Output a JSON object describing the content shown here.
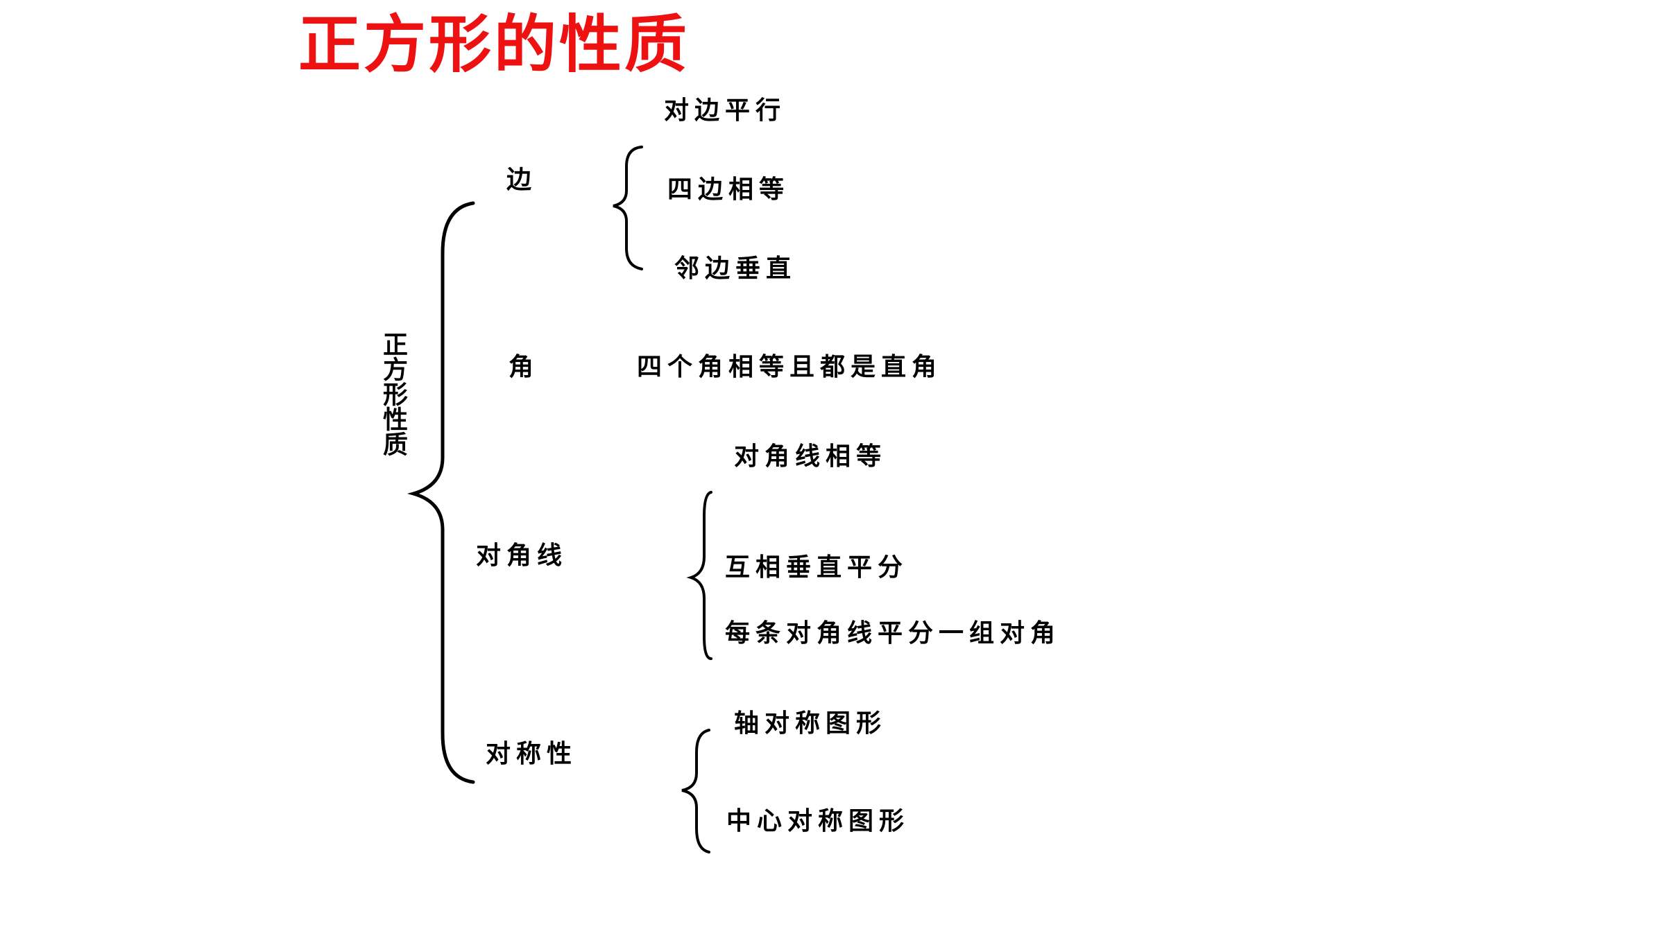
{
  "title": "正方形的性质",
  "root": "正方形性质",
  "branches": [
    {
      "label": "边",
      "items": [
        "对边平行",
        "四边相等",
        "邻边垂直"
      ]
    },
    {
      "label": "角",
      "items": [
        "四个角相等且都是直角"
      ]
    },
    {
      "label": "对角线",
      "items": [
        "对角线相等",
        "互相垂直平分",
        "每条对角线平分一组对角"
      ]
    },
    {
      "label": "对称性",
      "items": [
        "轴对称图形",
        "中心对称图形"
      ]
    }
  ],
  "colors": {
    "title": "#ee1111",
    "text": "#000000",
    "brace": "#000000"
  }
}
